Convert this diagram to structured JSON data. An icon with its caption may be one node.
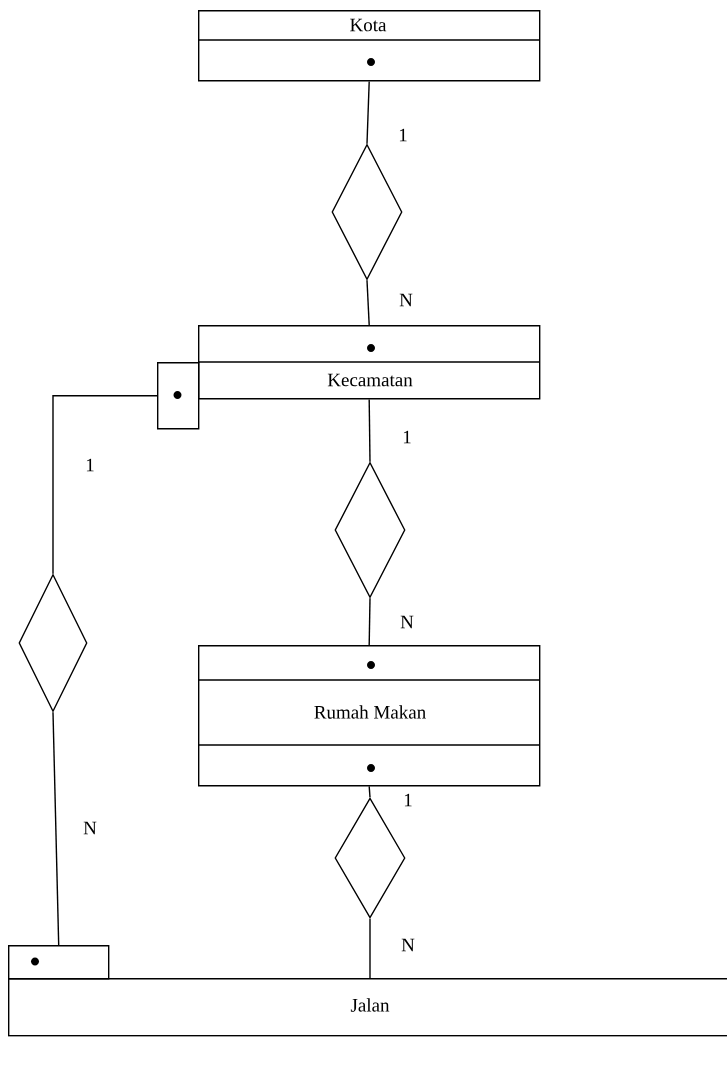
{
  "diagram": {
    "nodes": [
      {
        "text": [
          "Kota"
        ]
      },
      {
        "text": [],
        "shape": "diamond"
      },
      {
        "text": [
          "Kecamatan"
        ]
      },
      {
        "text": [],
        "shape": "diamond"
      },
      {
        "text": [],
        "shape": "diamond"
      },
      {
        "text": [
          "Rumah Makan"
        ]
      },
      {
        "text": [],
        "shape": "diamond"
      },
      {
        "text": [
          "Jalan"
        ]
      }
    ],
    "edges": [
      {
        "from": 0,
        "to": 1,
        "arrow": "none",
        "label": "1"
      },
      {
        "from": 1,
        "to": 2,
        "arrow": "none",
        "label": "N"
      },
      {
        "from": 2,
        "to": 3,
        "arrow": "none",
        "label": "1"
      },
      {
        "from": 3,
        "to": 5,
        "arrow": "none",
        "label": "N"
      },
      {
        "from": 2,
        "to": 4,
        "arrow": "none",
        "label": "1"
      },
      {
        "from": 4,
        "to": 7,
        "arrow": "none",
        "label": "N"
      },
      {
        "from": 5,
        "to": 6,
        "arrow": "none",
        "label": "1"
      },
      {
        "from": 6,
        "to": 7,
        "arrow": "none",
        "label": "N"
      }
    ]
  }
}
